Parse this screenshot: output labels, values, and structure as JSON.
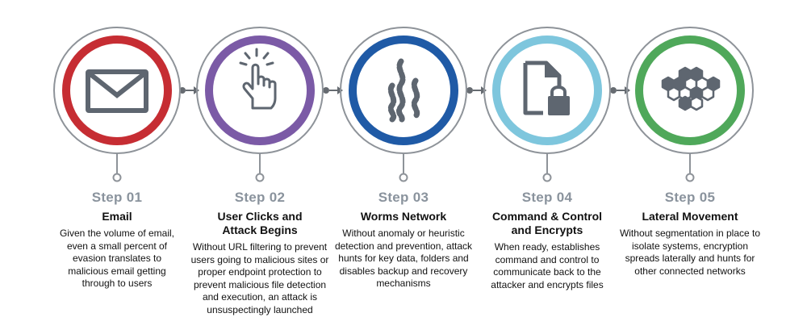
{
  "steps": [
    {
      "step": "Step 01",
      "title": "Email",
      "desc": "Given the volume of email, even a small percent of evasion translates to malicious email getting through to users",
      "color": "#c62d33",
      "icon": "envelope-icon"
    },
    {
      "step": "Step 02",
      "title": "User Clicks and Attack Begins",
      "desc": "Without URL filtering to prevent users going to malicious sites or proper endpoint protection to prevent malicious file detection and execution, an attack is unsuspectingly launched",
      "color": "#7b5aa6",
      "icon": "pointing-hand-icon"
    },
    {
      "step": "Step 03",
      "title": "Worms Network",
      "desc": "Without anomaly or heuristic detection and prevention, attack hunts for key data, folders and disables backup and recovery mechanisms",
      "color": "#1f5aa6",
      "icon": "worms-icon"
    },
    {
      "step": "Step 04",
      "title": "Command & Control and Encrypts",
      "desc": "When ready, establishes command and control to communicate back to the attacker and encrypts files",
      "color": "#7ec6dd",
      "icon": "locked-file-icon"
    },
    {
      "step": "Step 05",
      "title": "Lateral Movement",
      "desc": "Without segmentation in place to isolate systems, encryption spreads laterally and hunts for other connected networks",
      "color": "#4fa85a",
      "icon": "hexagons-icon"
    }
  ]
}
